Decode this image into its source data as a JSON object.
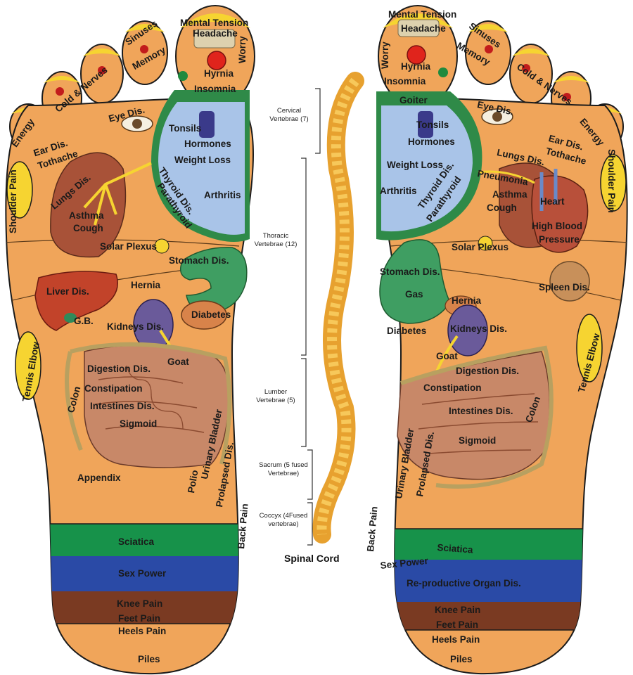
{
  "colors": {
    "skin": "#f0a55a",
    "outline": "#1b1b1b",
    "green_band": "#17924a",
    "blue_band": "#2a4aa6",
    "brown_band": "#7a3a22",
    "thyroid_blue": "#a9c4e8",
    "thyroid_green": "#2f8a48",
    "toe_tip": "#f6d431",
    "spine": "#f1b23b"
  },
  "spine": {
    "title": "Spinal Cord",
    "cervical": "Cervical Vertebrae (7)",
    "thoracic": "Thoracic Vertebrae (12)",
    "lumber": "Lumber Vertebrae (5)",
    "sacrum": "Sacrum (5 fused Vertebrae)",
    "coccyx": "Coccyx (4Fused vertebrae)"
  },
  "left_foot": {
    "mental_tension": "Mental Tension",
    "headache": "Headache",
    "hyrnia": "Hyrnia",
    "worry": "Worry",
    "insomnia": "Insomnia",
    "sinuses": "Sinuses",
    "memory": "Memory",
    "cold_nerves": "Cold & Nerves",
    "energy": "Energy",
    "eye": "Eye Dis.",
    "ear": "Ear Dis.",
    "tothache": "Tothache",
    "tonsils": "Tonsils",
    "hormones": "Hormones",
    "weight_loss": "Weight Loss",
    "thyroid": "Thyroid Dis.",
    "parathyroid": "Parathyroid",
    "arthritis": "Arthritis",
    "shoulder": "Shoulder Pain",
    "lungs": "Lungs Dis.",
    "asthma": "Asthma",
    "cough": "Cough",
    "solar": "Solar Plexus",
    "stomach": "Stomach Dis.",
    "liver": "Liver Dis.",
    "hernia": "Hernia",
    "gb": "G.B.",
    "kidneys": "Kidneys Dis.",
    "diabetes": "Diabetes",
    "tennis": "Tennis Elbow",
    "digestion": "Digestion Dis.",
    "goat": "Goat",
    "constipation": "Constipation",
    "colon": "Colon",
    "intestines": "Intestines Dis.",
    "sigmoid": "Sigmoid",
    "urinary": "Urinary Bladder",
    "prolapsed": "Prolapsed Dis.",
    "appendix": "Appendix",
    "polio": "Polio",
    "back": "Back Pain",
    "sciatica": "Sciatica",
    "sex": "Sex Power",
    "knee": "Knee Pain",
    "feet": "Feet Pain",
    "heels": "Heels Pain",
    "piles": "Piles"
  },
  "right_foot": {
    "mental_tension": "Mental Tension",
    "headache": "Headache",
    "hyrnia": "Hyrnia",
    "worry": "Worry",
    "insomnia": "Insomnia",
    "sinuses": "Sinuses",
    "memory": "Memory",
    "cold_nerves": "Cold & Nerves",
    "energy": "Energy",
    "goiter": "Goiter",
    "eye": "Eye Dis.",
    "ear": "Ear Dis.",
    "tothache": "Tothache",
    "tonsils": "Tonsils",
    "hormones": "Hormones",
    "weight_loss": "Weight Loss",
    "lungs": "Lungs Dis.",
    "pneumonia": "Pneumonia",
    "thyroid": "Thyroid Dis.",
    "parathyroid": "Parathyroid",
    "arthritis": "Arthritis",
    "asthma": "Asthma",
    "cough": "Cough",
    "heart": "Heart",
    "shoulder": "Shoulder Pain",
    "high_blood": "High Blood",
    "pressure": "Pressure",
    "solar": "Solar Plexus",
    "stomach": "Stomach Dis.",
    "gas": "Gas",
    "spleen": "Spleen Dis.",
    "hernia": "Hernia",
    "diabetes": "Diabetes",
    "kidneys": "Kidneys Dis.",
    "tennis": "Tennis Elbow",
    "goat": "Goat",
    "digestion": "Digestion Dis.",
    "constipation": "Constipation",
    "colon": "Colon",
    "intestines": "Intestines Dis.",
    "sigmoid": "Sigmoid",
    "urinary": "Urinary Bladder",
    "prolapsed": "Prolapsed Dis.",
    "back": "Back Pain",
    "sciatica": "Sciatica",
    "sex": "Sex Power",
    "reproductive": "Re-productive Organ Dis.",
    "knee": "Knee Pain",
    "feet": "Feet Pain",
    "heels": "Heels Pain",
    "piles": "Piles"
  }
}
